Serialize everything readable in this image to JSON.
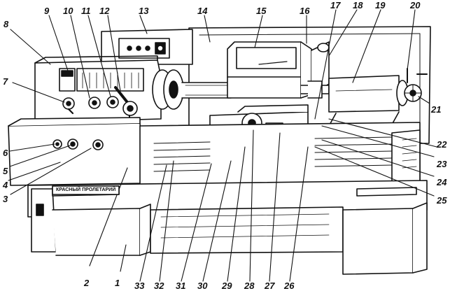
{
  "figure": {
    "nameplate_text": "КРАСНЫЙ ПРОЛЕТАРИЙ",
    "callouts": [
      {
        "id": "c1",
        "label": "1"
      },
      {
        "id": "c2",
        "label": "2"
      },
      {
        "id": "c3",
        "label": "3"
      },
      {
        "id": "c4",
        "label": "4"
      },
      {
        "id": "c5",
        "label": "5"
      },
      {
        "id": "c6",
        "label": "6"
      },
      {
        "id": "c7",
        "label": "7"
      },
      {
        "id": "c8",
        "label": "8"
      },
      {
        "id": "c9",
        "label": "9"
      },
      {
        "id": "c10",
        "label": "10"
      },
      {
        "id": "c11",
        "label": "11"
      },
      {
        "id": "c12",
        "label": "12"
      },
      {
        "id": "c13",
        "label": "13"
      },
      {
        "id": "c14",
        "label": "14"
      },
      {
        "id": "c15",
        "label": "15"
      },
      {
        "id": "c16",
        "label": "16"
      },
      {
        "id": "c17",
        "label": "17"
      },
      {
        "id": "c18",
        "label": "18"
      },
      {
        "id": "c19",
        "label": "19"
      },
      {
        "id": "c20",
        "label": "20"
      },
      {
        "id": "c21",
        "label": "21"
      },
      {
        "id": "c22",
        "label": "22"
      },
      {
        "id": "c23",
        "label": "23"
      },
      {
        "id": "c24",
        "label": "24"
      },
      {
        "id": "c25",
        "label": "25"
      },
      {
        "id": "c26",
        "label": "26"
      },
      {
        "id": "c27",
        "label": "27"
      },
      {
        "id": "c28",
        "label": "28"
      },
      {
        "id": "c29",
        "label": "29"
      },
      {
        "id": "c30",
        "label": "30"
      },
      {
        "id": "c31",
        "label": "31"
      },
      {
        "id": "c32",
        "label": "32"
      },
      {
        "id": "c33",
        "label": "33"
      }
    ]
  }
}
